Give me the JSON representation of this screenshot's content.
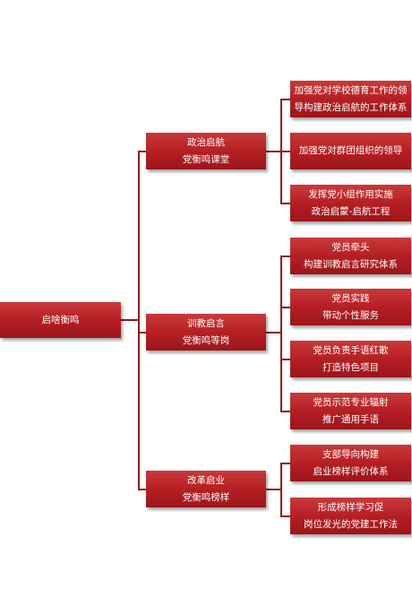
{
  "root": {
    "label": "启啥衡鸣"
  },
  "branches": [
    {
      "lines": [
        "政治启航",
        "党衡鸣课堂"
      ],
      "children": [
        {
          "lines": [
            "加强党对学校德育工作的领",
            "导构建政治启航的工作体系"
          ]
        },
        {
          "lines": [
            "加强党对群团组织的领导"
          ]
        },
        {
          "lines": [
            "发挥党小组作用实施",
            "政治启蒙-启航工程"
          ]
        }
      ]
    },
    {
      "lines": [
        "训教启言",
        "党衡鸣等岗"
      ],
      "children": [
        {
          "lines": [
            "党员牵头",
            "构建训教启言研究体系"
          ]
        },
        {
          "lines": [
            "党员实践",
            "带动个性服务"
          ]
        },
        {
          "lines": [
            "党员负责手语红歌",
            "打造特色项目"
          ]
        },
        {
          "lines": [
            "党员示范专业辐射",
            "推广通用手语"
          ]
        }
      ]
    },
    {
      "lines": [
        "改革启业",
        "党衡鸣榜样"
      ],
      "children": [
        {
          "lines": [
            "支部导向构建",
            "启业榜样评价体系"
          ]
        },
        {
          "lines": [
            "形成榜样学习促",
            "岗位发光的党建工作法"
          ]
        }
      ]
    }
  ],
  "colors": {
    "node_fill": "#b51f24",
    "connector": "#8f1a1e",
    "text": "#ffffff"
  }
}
